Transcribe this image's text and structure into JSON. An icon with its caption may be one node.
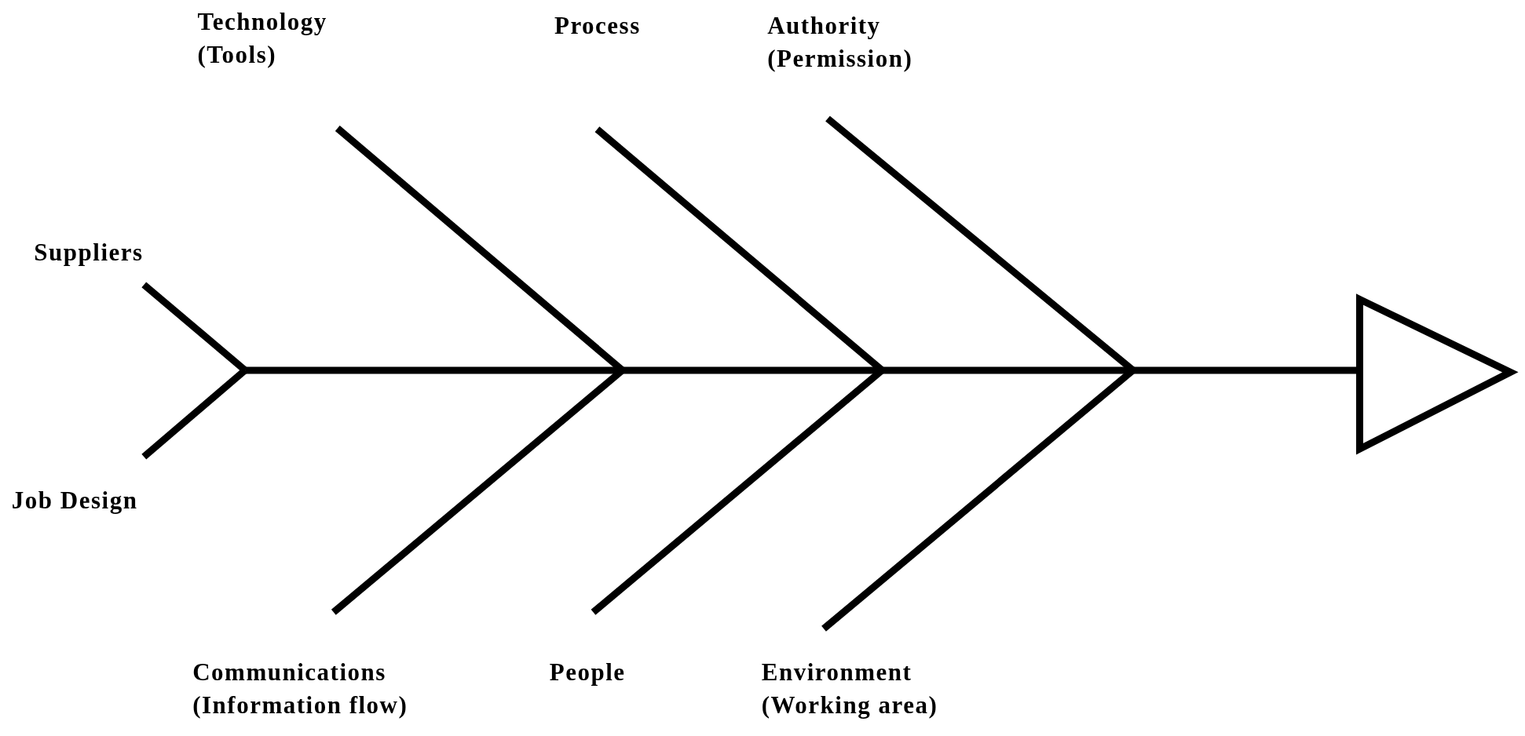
{
  "diagram": {
    "labels": [
      "Technology (Tools)",
      "Process",
      "Authority (Permission)",
      "Suppliers",
      "Job Design",
      "Communications (Information flow)",
      "People",
      "Environment (Working area)"
    ]
  }
}
